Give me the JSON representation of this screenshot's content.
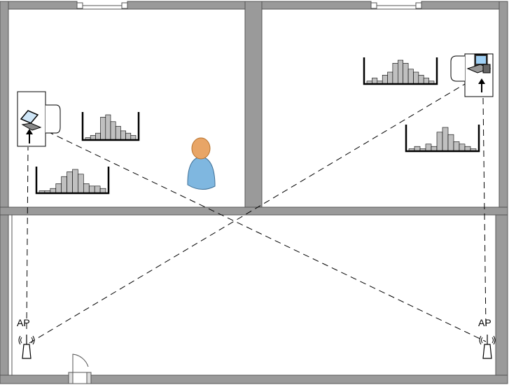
{
  "access_points": [
    {
      "label": "AP",
      "icon": "wireless-antenna-icon"
    },
    {
      "label": "AP",
      "icon": "wireless-antenna-icon"
    }
  ],
  "devices": [
    {
      "name": "laptop",
      "icon": "laptop-icon"
    },
    {
      "name": "desktop-computer",
      "icon": "desktop-computer-icon"
    }
  ],
  "person": {
    "icon": "person-icon"
  },
  "histograms": [
    {
      "name": "histogram-1",
      "values": [
        1,
        2,
        3,
        10,
        11,
        8,
        6,
        4,
        3,
        2
      ]
    },
    {
      "name": "histogram-2",
      "values": [
        1,
        1,
        2,
        4,
        7,
        9,
        10,
        8,
        4,
        3,
        3,
        2
      ]
    },
    {
      "name": "histogram-3",
      "values": [
        1,
        2,
        1,
        3,
        4,
        7,
        8,
        7,
        5,
        4,
        3,
        2,
        1
      ]
    },
    {
      "name": "histogram-4",
      "values": [
        1,
        2,
        1,
        3,
        2,
        8,
        10,
        7,
        4,
        3,
        2,
        1
      ]
    }
  ],
  "colors": {
    "wall": "#9a9a9a",
    "wall_outline": "#555555",
    "bar_fill": "#c0c0c0",
    "person_body": "#7fb7e0",
    "person_head": "#e8a566",
    "signal_line": "#000000"
  }
}
